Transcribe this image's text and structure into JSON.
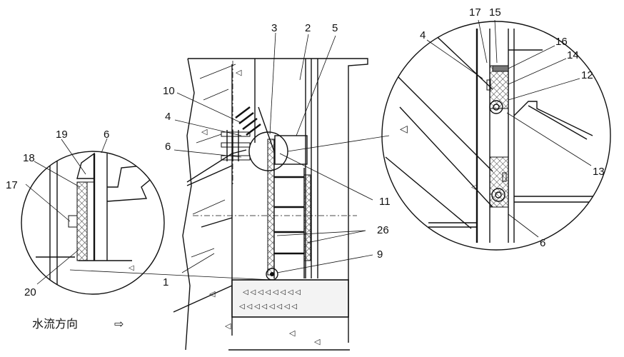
{
  "labels": {
    "n1": "1",
    "n2": "2",
    "n3": "3",
    "n4a": "4",
    "n4b": "4",
    "n5": "5",
    "n6a": "6",
    "n6b": "6",
    "n6c": "6",
    "n9": "9",
    "n10": "10",
    "n11": "11",
    "n12": "12",
    "n13": "13",
    "n14": "14",
    "n15": "15",
    "n16": "16",
    "n17a": "17",
    "n17b": "17",
    "n18": "18",
    "n19": "19",
    "n20": "20",
    "n26": "26"
  },
  "caption": "水流方向",
  "caption_arrow": "⇨"
}
